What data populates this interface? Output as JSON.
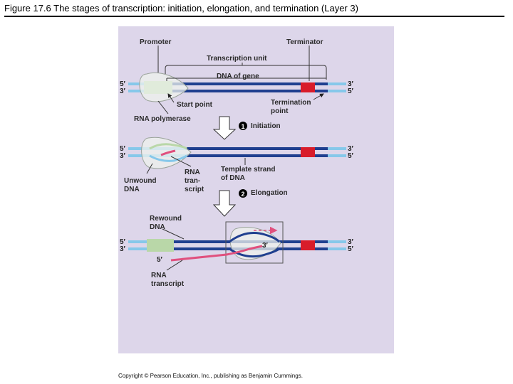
{
  "title": "Figure 17.6  The stages of transcription: initiation, elongation, and termination (Layer 3)",
  "labels": {
    "promoter": "Promoter",
    "terminator": "Terminator",
    "transcription_unit": "Transcription unit",
    "dna_of_gene": "DNA of gene",
    "start_point": "Start point",
    "rna_polymerase": "RNA polymerase",
    "termination_point_1": "Termination",
    "termination_point_2": "point",
    "template_strand_1": "Template strand",
    "template_strand_2": "of DNA",
    "unwound_dna_1": "Unwound",
    "unwound_dna_2": "DNA",
    "rna_transcript_1_a": "RNA",
    "rna_transcript_1_b": "tran-",
    "rna_transcript_1_c": "script",
    "rewound_dna_1": "Rewound",
    "rewound_dna_2": "DNA",
    "rna_transcript_2_a": "RNA",
    "rna_transcript_2_b": "transcript",
    "five_prime": "5′",
    "three_prime": "3′"
  },
  "steps": [
    {
      "number": "1",
      "label": "Initiation"
    },
    {
      "number": "2",
      "label": "Elongation"
    }
  ],
  "copyright": "Copyright © Pearson Education, Inc., publishing as Benjamin Cummings.",
  "colors": {
    "panel": "#ddd6ea",
    "strand_dark": "#1f3f8f",
    "strand_light": "#86c8ea",
    "terminator": "#d81c2a",
    "promoter": "#b9d7a8",
    "rna": "#e0507e",
    "polymerase": "#eef1ec"
  }
}
